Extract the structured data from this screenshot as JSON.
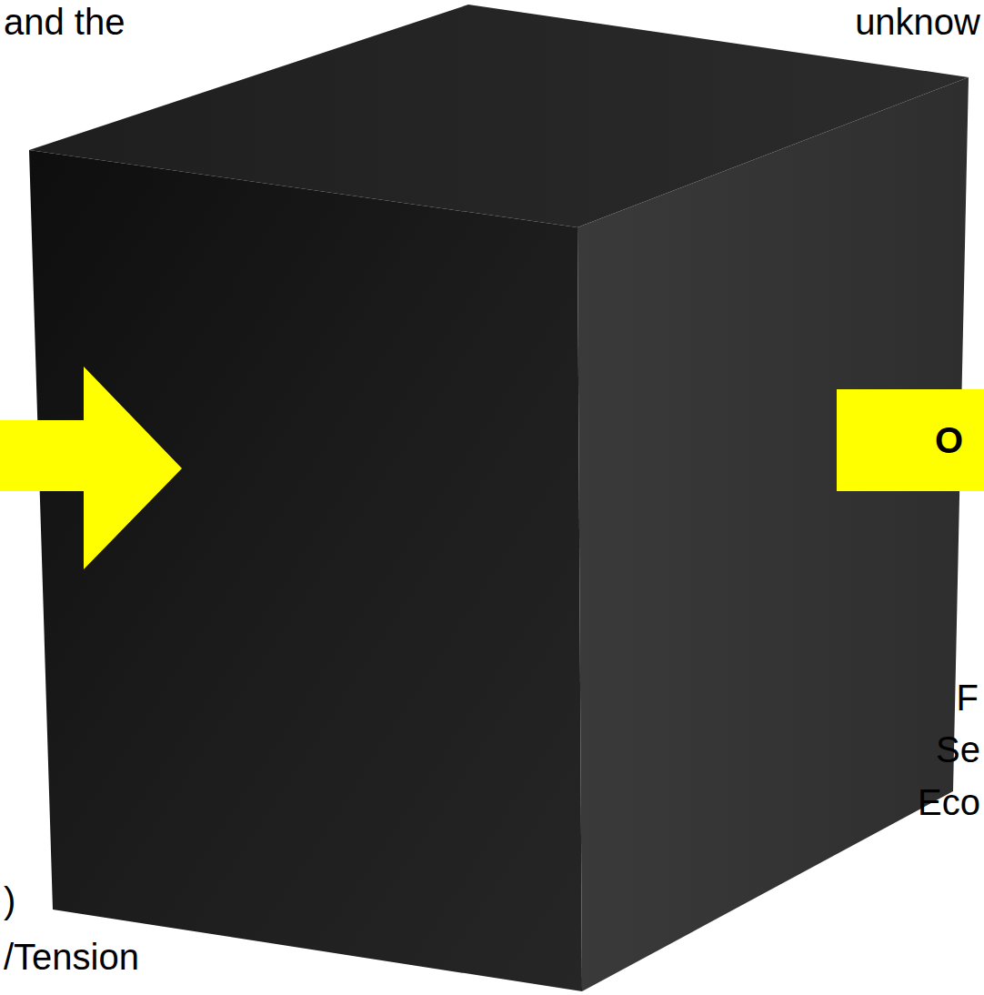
{
  "diagram": {
    "nodes": [
      {
        "text": [
          "O"
        ]
      }
    ],
    "labels": [
      "and the",
      "unknow",
      ")",
      "/Tension",
      "F",
      "Se",
      "Eco"
    ]
  }
}
